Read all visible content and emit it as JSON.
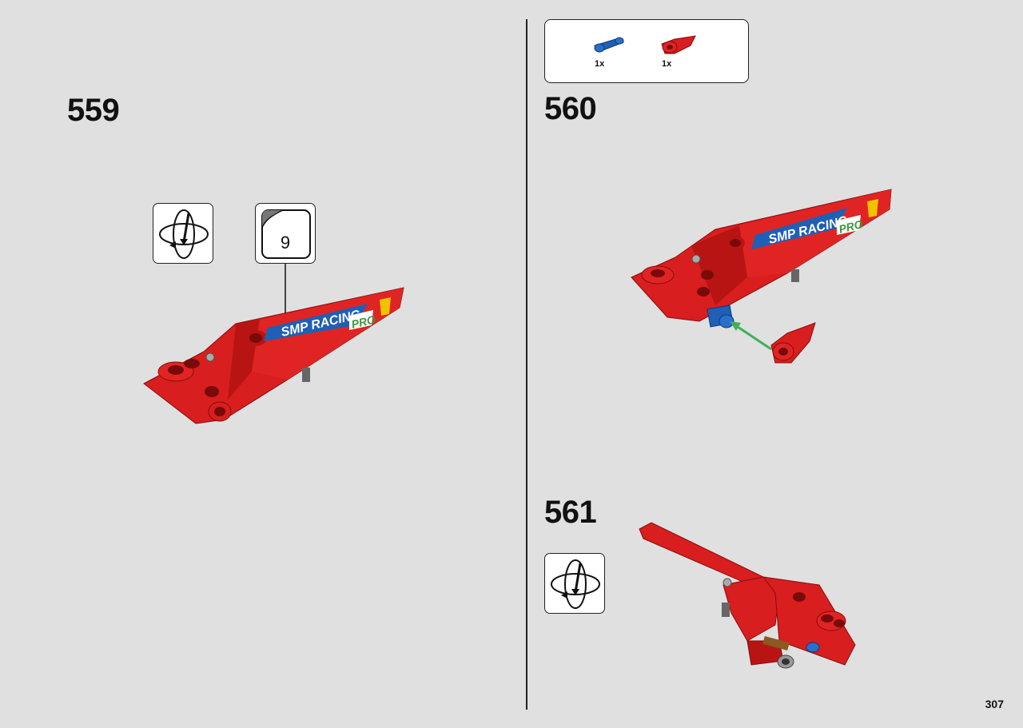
{
  "steps": [
    {
      "number": "559"
    },
    {
      "number": "560"
    },
    {
      "number": "561"
    }
  ],
  "parts_list": [
    {
      "name": "blue-axle-pin",
      "qty": "1x",
      "color": "#1f5fb5"
    },
    {
      "name": "red-panel",
      "qty": "1x",
      "color": "#d81e1e"
    }
  ],
  "sticker": {
    "number": "9"
  },
  "decal": {
    "brand": "SMP RACING",
    "class": "PRO"
  },
  "page_number": "307",
  "colors": {
    "red": "#d81e1e",
    "blue": "#1f5fb5",
    "green_arrow": "#3fb05a",
    "background": "#e0e0e0"
  },
  "icons": [
    "rotate-model-icon",
    "sticker-icon"
  ]
}
